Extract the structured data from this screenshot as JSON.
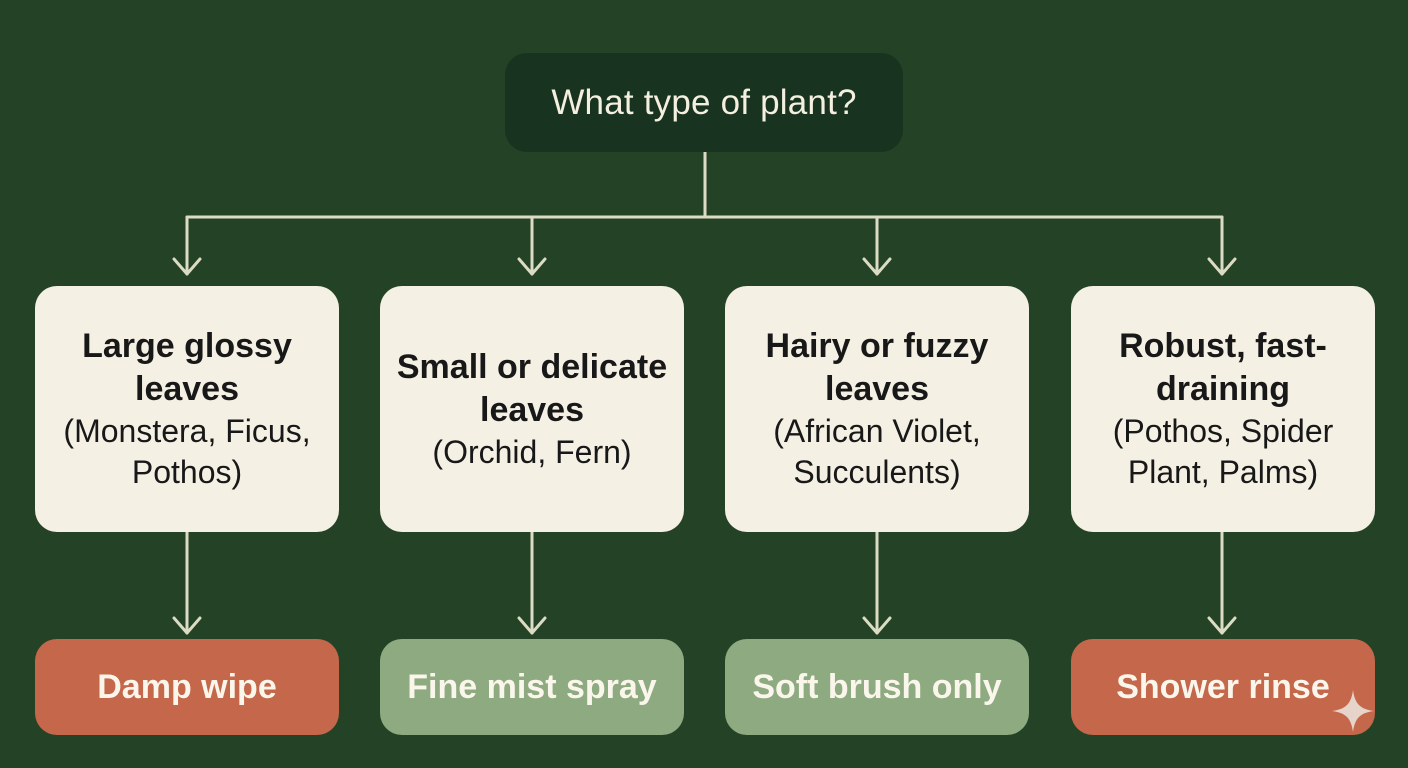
{
  "colors": {
    "background": "#244226",
    "root_fill": "#193321",
    "card_fill": "#f4f0e4",
    "connector": "#dcdcc4",
    "outcome_warm": "#c4674a",
    "outcome_cool": "#8eaa80"
  },
  "root": {
    "label": "What type of plant?"
  },
  "branches": [
    {
      "title": "Large glossy leaves",
      "examples": "(Monstera, Ficus, Pothos)",
      "outcome": "Damp wipe"
    },
    {
      "title": "Small or delicate leaves",
      "examples": "(Orchid, Fern)",
      "outcome": "Fine mist spray"
    },
    {
      "title": "Hairy or fuzzy leaves",
      "examples": "(African Violet, Succulents)",
      "outcome": "Soft brush only"
    },
    {
      "title": "Robust, fast-draining",
      "examples": "(Pothos, Spider Plant, Palms)",
      "outcome": "Shower rinse"
    }
  ],
  "icons": {
    "corner": "sparkle-icon"
  }
}
